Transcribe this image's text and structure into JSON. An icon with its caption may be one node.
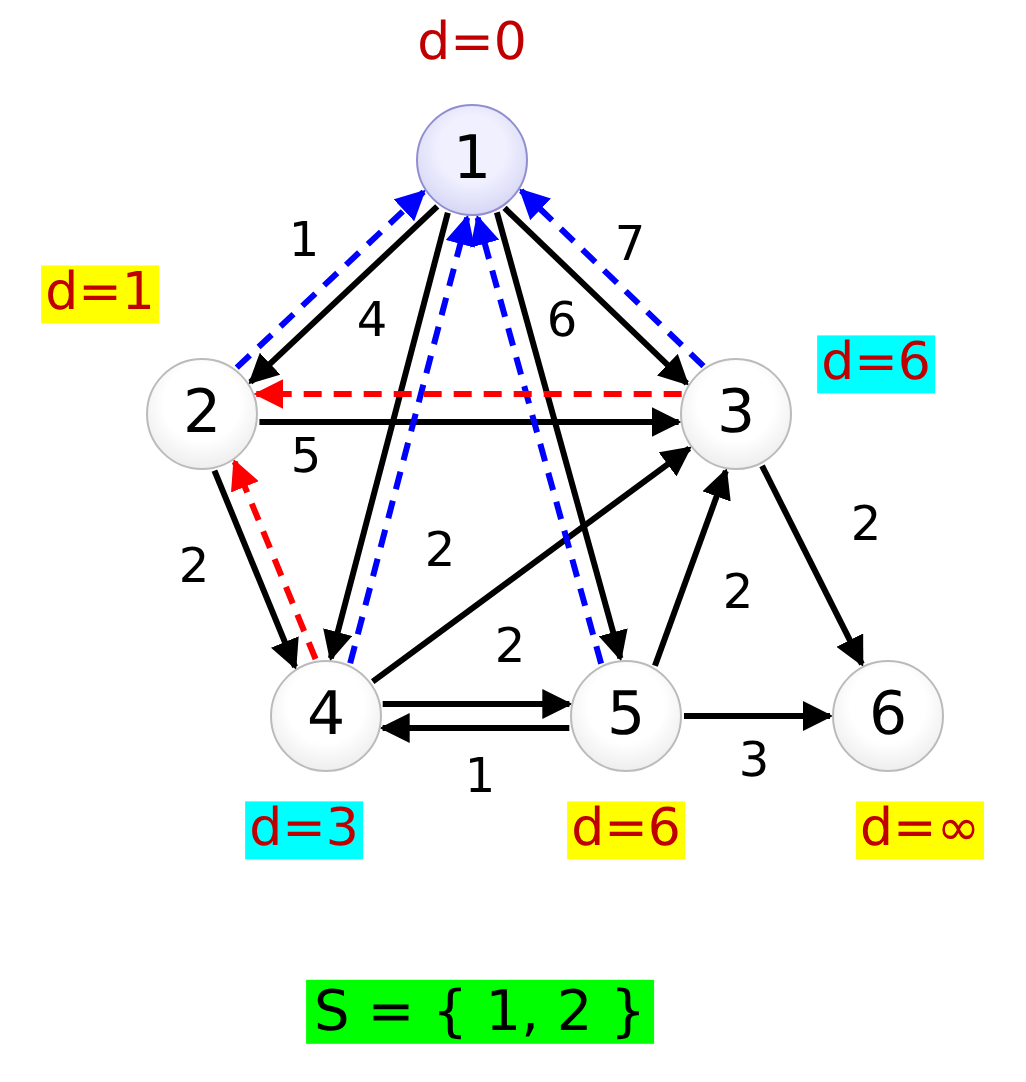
{
  "diagram": {
    "nodes": [
      {
        "text": [
          "1"
        ],
        "beside": [
          "d=0"
        ]
      },
      {
        "text": [
          "2"
        ],
        "beside": [
          "d=1"
        ]
      },
      {
        "text": [
          "3"
        ],
        "beside": [
          "d=6"
        ]
      },
      {
        "text": [
          "4"
        ],
        "beside": [
          "d=3"
        ]
      },
      {
        "text": [
          "5"
        ],
        "beside": [
          "d=6"
        ]
      },
      {
        "text": [
          "6"
        ],
        "beside": [
          "d=∞"
        ]
      }
    ],
    "edges": [
      {
        "from": 0,
        "to": 1,
        "arrow": "to",
        "label": "1"
      },
      {
        "from": 0,
        "to": 2,
        "arrow": "to",
        "label": "7"
      },
      {
        "from": 0,
        "to": 3,
        "arrow": "to",
        "label": "4"
      },
      {
        "from": 0,
        "to": 4,
        "arrow": "to",
        "label": "6"
      },
      {
        "from": 1,
        "to": 2,
        "arrow": "to",
        "label": "5"
      },
      {
        "from": 1,
        "to": 3,
        "arrow": "to",
        "label": "2"
      },
      {
        "from": 3,
        "to": 2,
        "arrow": "to",
        "label": "2"
      },
      {
        "from": 3,
        "to": 4,
        "arrow": "to",
        "label": "2"
      },
      {
        "from": 4,
        "to": 3,
        "arrow": "to",
        "label": "1"
      },
      {
        "from": 4,
        "to": 2,
        "arrow": "to",
        "label": "2"
      },
      {
        "from": 2,
        "to": 5,
        "arrow": "to",
        "label": "2"
      },
      {
        "from": 4,
        "to": 5,
        "arrow": "to",
        "label": "3"
      },
      {
        "from": 1,
        "to": 0,
        "arrow": "to",
        "style": "dashed",
        "color": "#0000ff"
      },
      {
        "from": 2,
        "to": 0,
        "arrow": "to",
        "style": "dashed",
        "color": "#0000ff"
      },
      {
        "from": 3,
        "to": 0,
        "arrow": "to",
        "style": "dashed",
        "color": "#0000ff"
      },
      {
        "from": 4,
        "to": 0,
        "arrow": "to",
        "style": "dashed",
        "color": "#0000ff"
      },
      {
        "from": 2,
        "to": 1,
        "arrow": "to",
        "style": "dashed",
        "color": "#ff0000"
      },
      {
        "from": 3,
        "to": 1,
        "arrow": "to",
        "style": "dashed",
        "color": "#ff0000"
      }
    ],
    "labels": [
      "S = { 1, 2 }"
    ]
  }
}
